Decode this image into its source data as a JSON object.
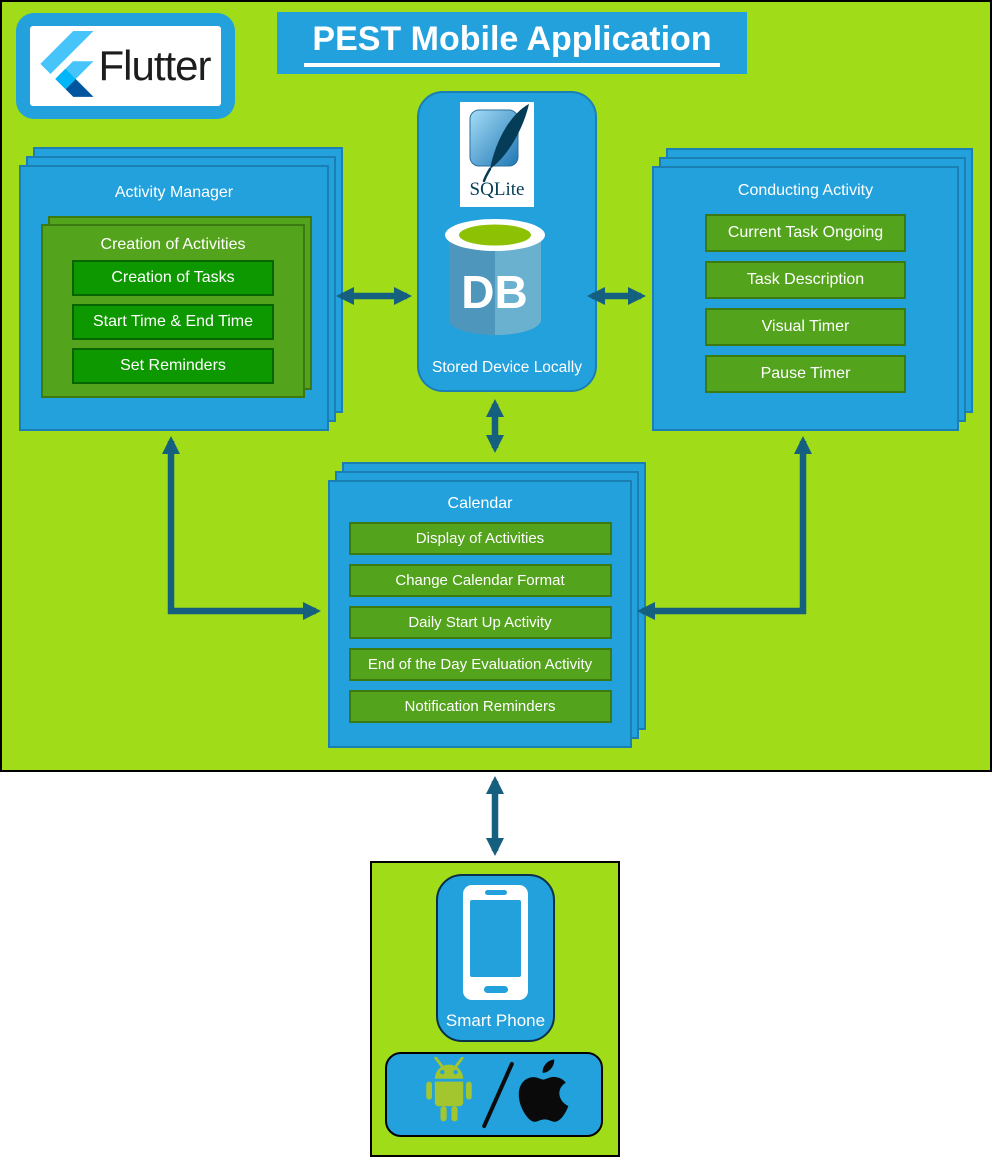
{
  "title": {
    "text": "PEST Mobile Application"
  },
  "flutter_badge": {
    "label": "Flutter"
  },
  "database": {
    "sqlite_label": "SQLite",
    "db_label": "DB",
    "caption": "Stored Device Locally"
  },
  "activity_manager": {
    "title": "Activity Manager",
    "creation_group": {
      "title": "Creation of Activities",
      "items": [
        "Creation of Tasks",
        "Start Time & End Time",
        "Set Reminders"
      ]
    }
  },
  "conducting_activity": {
    "title": "Conducting Activity",
    "items": [
      "Current Task Ongoing",
      "Task Description",
      "Visual Timer",
      "Pause Timer"
    ]
  },
  "calendar": {
    "title": "Calendar",
    "items": [
      "Display of Activities",
      "Change Calendar Format",
      "Daily Start Up Activity",
      "End of the Day Evaluation Activity",
      "Notification Reminders"
    ]
  },
  "smartphone": {
    "label": "Smart Phone"
  },
  "colors": {
    "bg-green": "#A1DC19",
    "card-blue": "#22A1DC",
    "card-blue-border": "#1B7FB4",
    "panel-green": "#53A31C",
    "panel-green-border": "#3A7A10",
    "dark-green": "#0D9800",
    "dark-green-border": "#076504",
    "arrow-blue": "#15607E",
    "sqlite-navy": "#053C57",
    "cylinder-left": "#4E96BC",
    "cylinder-right": "#6AB1D0",
    "cylinder-top-green": "#8CC203",
    "android-green": "#A3C62E",
    "flutter-light": "#47C5FB",
    "flutter-mid": "#00B5F8",
    "flutter-dark": "#00569E"
  }
}
